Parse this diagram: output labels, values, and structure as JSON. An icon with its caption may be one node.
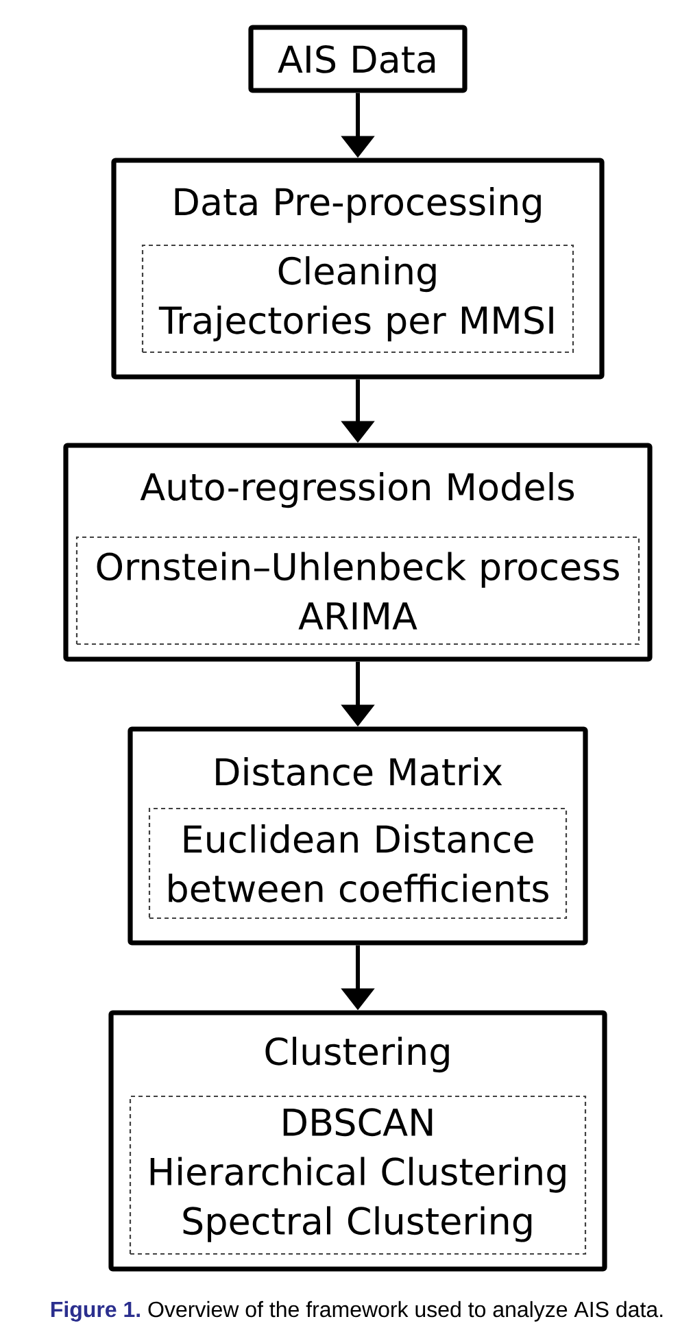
{
  "diagram": {
    "caption": "**Figure 1.** Overview of the framework used to analyze AIS data.",
    "nodes": [
      {
        "text": [
          "AIS Data"
        ]
      },
      {
        "text": [
          "Data Pre-processing"
        ]
      },
      {
        "text": [
          "Cleaning",
          "Trajectories per MMSI"
        ],
        "in": 1
      },
      {
        "text": [
          "Auto-regression Models"
        ]
      },
      {
        "text": [
          "Ornstein–Uhlenbeck process",
          "ARIMA"
        ],
        "in": 3
      },
      {
        "text": [
          "Distance Matrix"
        ]
      },
      {
        "text": [
          "Euclidean Distance between coefficients"
        ],
        "in": 5
      },
      {
        "text": [
          "Clustering"
        ]
      },
      {
        "text": [
          "DBSCAN",
          "Hierarchical Clustering",
          "Spectral Clustering"
        ],
        "in": 7
      }
    ],
    "edges": [
      {
        "from": 0,
        "to": 1,
        "arrow": "to"
      },
      {
        "from": 1,
        "to": 3,
        "arrow": "to"
      },
      {
        "from": 3,
        "to": 5,
        "arrow": "to"
      },
      {
        "from": 5,
        "to": 7,
        "arrow": "to"
      }
    ]
  }
}
